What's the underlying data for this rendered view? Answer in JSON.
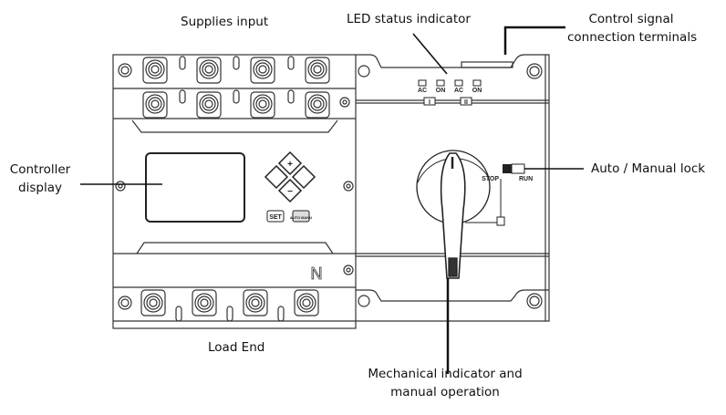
{
  "labels": {
    "supplies_input": "Supplies input",
    "led_status": "LED status indicator",
    "control_signal_line1": "Control signal",
    "control_signal_line2": "connection terminals",
    "controller_display_line1": "Controller",
    "controller_display_line2": "display",
    "auto_manual_lock": "Auto / Manual lock",
    "load_end": "Load End",
    "mechanical_line1": "Mechanical indicator and",
    "mechanical_line2": "manual operation"
  },
  "device": {
    "led_labels": [
      "AC",
      "ON",
      "AC",
      "ON"
    ],
    "source_labels": [
      "I",
      "II"
    ],
    "keypad": {
      "up": "+",
      "down": "−",
      "set": "SET",
      "auto_manu": "AUTO MANU"
    },
    "neutral_mark": "N",
    "switch_left": "STOP",
    "switch_right": "RUN"
  },
  "colors": {
    "line": "#111111",
    "outline": "#333333",
    "background": "#ffffff"
  }
}
